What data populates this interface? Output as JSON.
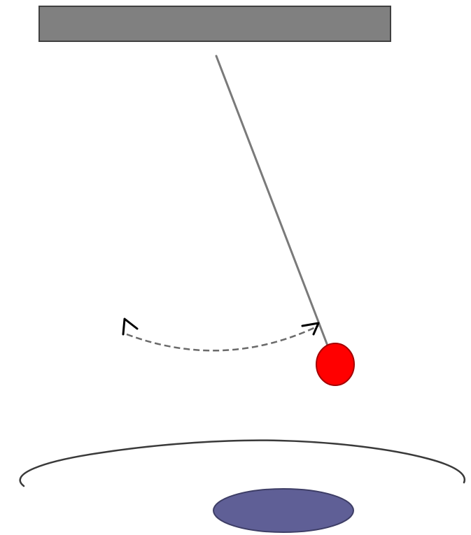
{
  "diagram": {
    "type": "pendulum-illustration",
    "labels": [],
    "components": {
      "support_beam": {
        "icon": "rectangle"
      },
      "string": {
        "icon": "line"
      },
      "bob": {
        "icon": "circle"
      },
      "swing_arc": {
        "icon": "dashed-double-arrow",
        "style": "dashed"
      },
      "orbit_path": {
        "icon": "open-ellipse-arc"
      },
      "base_ellipse": {
        "icon": "filled-ellipse"
      }
    },
    "colors": {
      "beam_fill": "#808080",
      "beam_stroke": "#404040",
      "string": "#7a7a7a",
      "bob_fill": "#ff0000",
      "bob_stroke": "#a40000",
      "swing_arc": "#6a6a6a",
      "arrowhead": "#000000",
      "orbit_path": "#3a3a3a",
      "base_fill": "#5f5f96",
      "base_stroke": "#3e3e66"
    }
  }
}
